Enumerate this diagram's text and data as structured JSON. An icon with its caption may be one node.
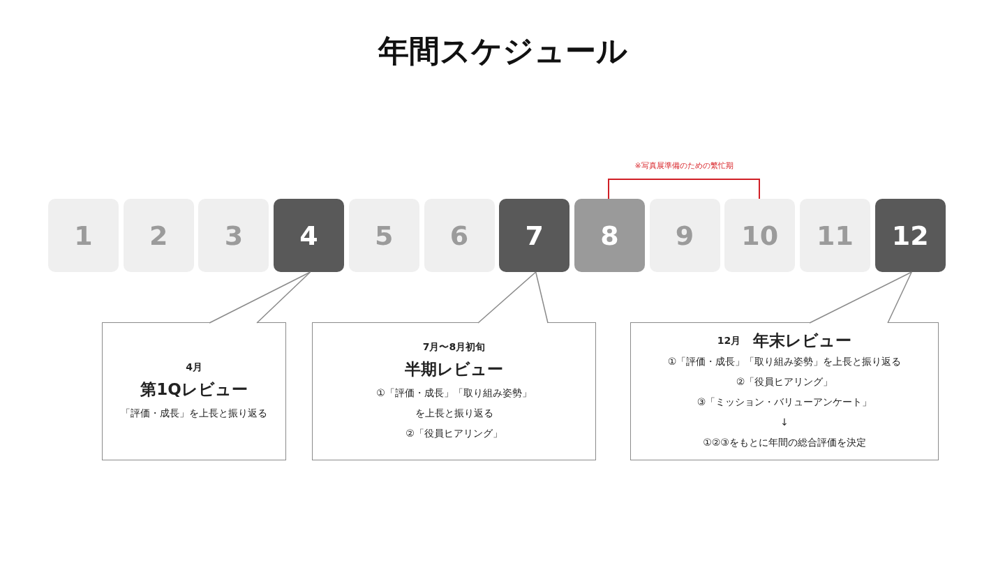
{
  "diagram": {
    "title": "年間スケジュール",
    "nodes": [
      {
        "text": [
          "1"
        ]
      },
      {
        "text": [
          "2"
        ]
      },
      {
        "text": [
          "3"
        ]
      },
      {
        "text": [
          "4"
        ]
      },
      {
        "text": [
          "5"
        ]
      },
      {
        "text": [
          "6"
        ]
      },
      {
        "text": [
          "7"
        ]
      },
      {
        "text": [
          "8"
        ]
      },
      {
        "text": [
          "9"
        ]
      },
      {
        "text": [
          "10"
        ]
      },
      {
        "text": [
          "11"
        ]
      },
      {
        "text": [
          "12"
        ]
      },
      {
        "text": [
          "4月",
          "第1Qレビュー",
          "「評価・成長」を上長と振り返る"
        ]
      },
      {
        "text": [
          "7月〜8月初旬",
          "半期レビュー",
          "①「評価・成長」「取り組み姿勢」を上長と振り返る",
          "②「役員ヒアリング」"
        ]
      },
      {
        "text": [
          "12月",
          "年末レビュー",
          "①「評価・成長」「取り組み姿勢」を上長と振り返る",
          "②「役員ヒアリング」",
          "③「ミッション・バリューアンケート」",
          "↓",
          "①②③をもとに年間の総合評価を決定"
        ]
      }
    ],
    "edges": [
      {
        "from": 3,
        "to": 12,
        "arrow": "none"
      },
      {
        "from": 6,
        "to": 13,
        "arrow": "none"
      },
      {
        "from": 11,
        "to": 14,
        "arrow": "none"
      }
    ],
    "labels": [
      "※写真展準備のための繁忙期"
    ]
  }
}
